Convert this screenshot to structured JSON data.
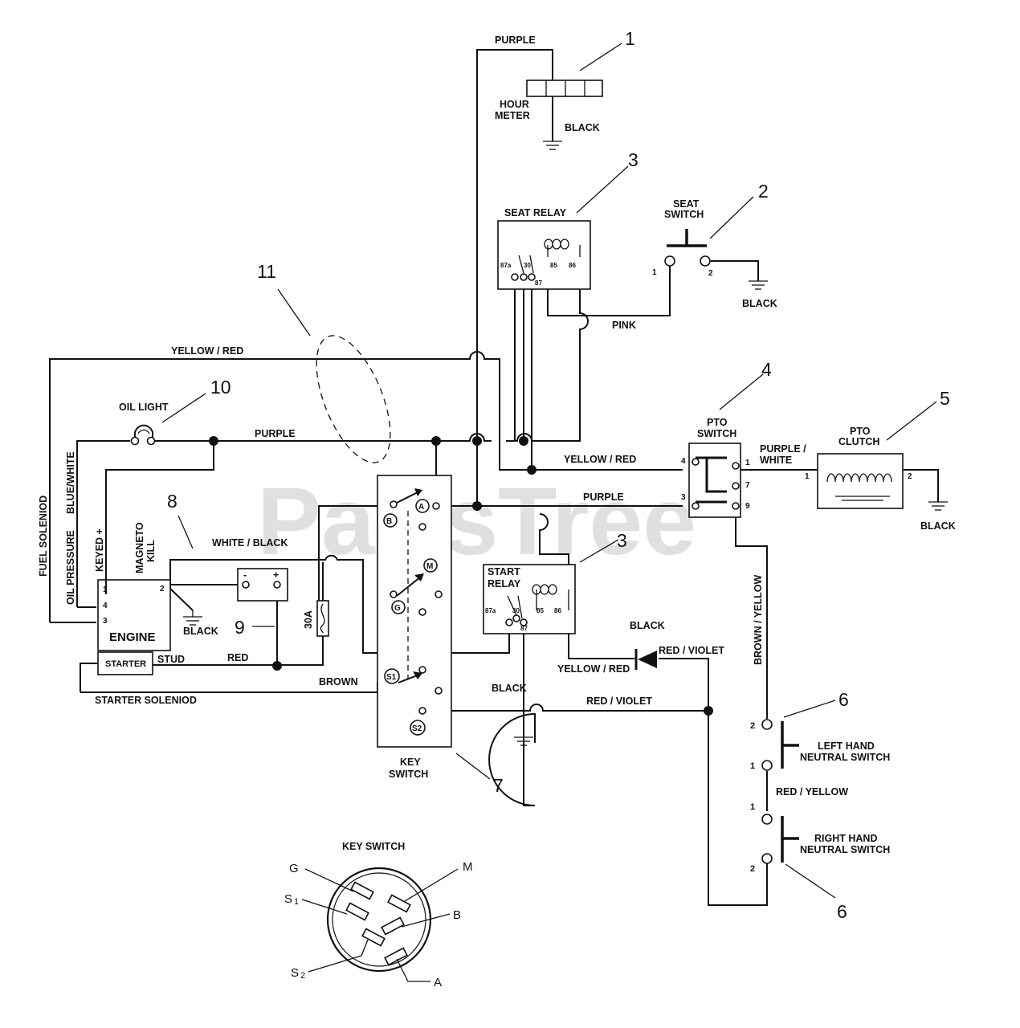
{
  "watermark": "PartsTree",
  "callouts": {
    "n1": "1",
    "n2": "2",
    "n3a": "3",
    "n3b": "3",
    "n4": "4",
    "n5": "5",
    "n6a": "6",
    "n6b": "6",
    "n7": "7",
    "n8": "8",
    "n9": "9",
    "n10": "10",
    "n11": "11"
  },
  "components": {
    "hour_meter_1": "HOUR",
    "hour_meter_2": "METER",
    "seat_relay": "SEAT RELAY",
    "seat_switch_1": "SEAT",
    "seat_switch_2": "SWITCH",
    "oil_light": "OIL LIGHT",
    "pto_switch_1": "PTO",
    "pto_switch_2": "SWITCH",
    "pto_clutch_1": "PTO",
    "pto_clutch_2": "CLUTCH",
    "start_relay_1": "START",
    "start_relay_2": "RELAY",
    "engine": "ENGINE",
    "starter": "STARTER",
    "stud": "STUD",
    "magneto_1": "MAGNETO",
    "magneto_2": "KILL",
    "fuse": "30A",
    "key_switch_1": "KEY",
    "key_switch_2": "SWITCH",
    "lh_neutral_1": "LEFT HAND",
    "lh_neutral_2": "NEUTRAL SWITCH",
    "rh_neutral_1": "RIGHT HAND",
    "rh_neutral_2": "NEUTRAL SWITCH",
    "starter_solenoid": "STARTER SOLENIOD",
    "fuel_solenoid": "FUEL SOLENIOD",
    "oil_pressure": "OIL PRESSURE",
    "keyed": "KEYED +",
    "key_switch_detail": "KEY SWITCH"
  },
  "wires": {
    "purple_top": "PURPLE",
    "black_hour": "BLACK",
    "black_seat": "BLACK",
    "pink": "PINK",
    "yellow_red_top": "YELLOW / RED",
    "purple_mid": "PURPLE",
    "yellow_red_pto": "YELLOW / RED",
    "purple_white_1": "PURPLE /",
    "purple_white_2": "WHITE",
    "purple_pto": "PURPLE",
    "black_clutch": "BLACK",
    "blue_white": "BLUE/WHITE",
    "white_black": "WHITE / BLACK",
    "black_engine": "BLACK",
    "red": "RED",
    "brown": "BROWN",
    "black_start": "BLACK",
    "red_violet_1": "RED / VIOLET",
    "yellow_red_start": "YELLOW / RED",
    "black_ground": "BLACK",
    "red_violet_2": "RED / VIOLET",
    "brown_yellow": "BROWN / YELLOW",
    "red_yellow": "RED / YELLOW"
  },
  "terminals": {
    "seat_1": "1",
    "seat_2": "2",
    "pto_4": "4",
    "pto_3": "3",
    "pto_1": "1",
    "pto_7": "7",
    "pto_9": "9",
    "clutch_1": "1",
    "clutch_2": "2",
    "eng_1": "1",
    "eng_4": "4",
    "eng_3": "3",
    "eng_2": "2",
    "lh_2": "2",
    "lh_1": "1",
    "rh_1": "1",
    "rh_2": "2",
    "ks_A": "A",
    "ks_B": "B",
    "ks_M": "M",
    "ks_G": "G",
    "ks_S1": "S1",
    "ks_S2": "S2",
    "relay_87a": "87a",
    "relay_30": "30",
    "relay_87": "87",
    "relay_85": "85",
    "relay_86": "86",
    "srelay_87a": "87a",
    "srelay_30": "30",
    "srelay_87": "87",
    "srelay_85": "85",
    "srelay_86": "86",
    "batt_minus": "-",
    "batt_plus": "+"
  },
  "key_detail": {
    "G": "G",
    "M": "M",
    "S1": "S",
    "S1_sub": "1",
    "B": "B",
    "S2": "S",
    "S2_sub": "2",
    "A": "A"
  }
}
